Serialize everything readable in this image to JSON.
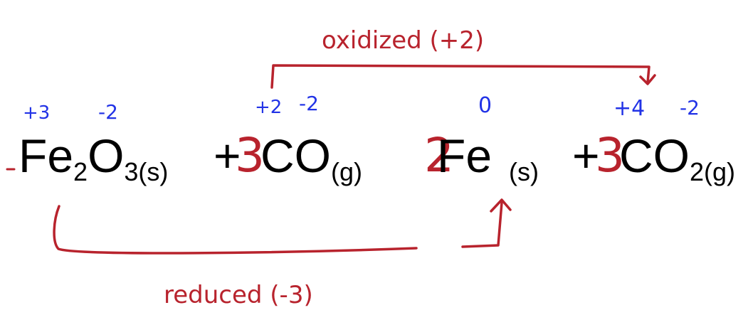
{
  "colors": {
    "equation_text": "#000000",
    "oxidation_numbers": "#2233e6",
    "annotations": "#b8232d"
  },
  "equation": {
    "reactant1": {
      "symbol_fe": "Fe",
      "sub_fe": "2",
      "symbol_o": "O",
      "sub_o": "3(s)"
    },
    "plus1": "+",
    "coef2": "3",
    "reactant2": {
      "symbol": "CO",
      "sub": "(g)"
    },
    "coef3": "2",
    "product1": {
      "symbol": "Fe",
      "sub": "(s)"
    },
    "plus2": "+",
    "coef4": "3",
    "product2": {
      "symbol": "CO",
      "sub": "2(g)"
    }
  },
  "oxidation_numbers": {
    "fe_in_fe2o3": "+3",
    "o_in_fe2o3": "-2",
    "c_in_co": "+2",
    "o_in_co": "-2",
    "fe_element": "0",
    "c_in_co2": "+4",
    "o_in_co2": "-2"
  },
  "annotations": {
    "oxidized": "oxidized (+2)",
    "reduced": "reduced (-3)"
  }
}
